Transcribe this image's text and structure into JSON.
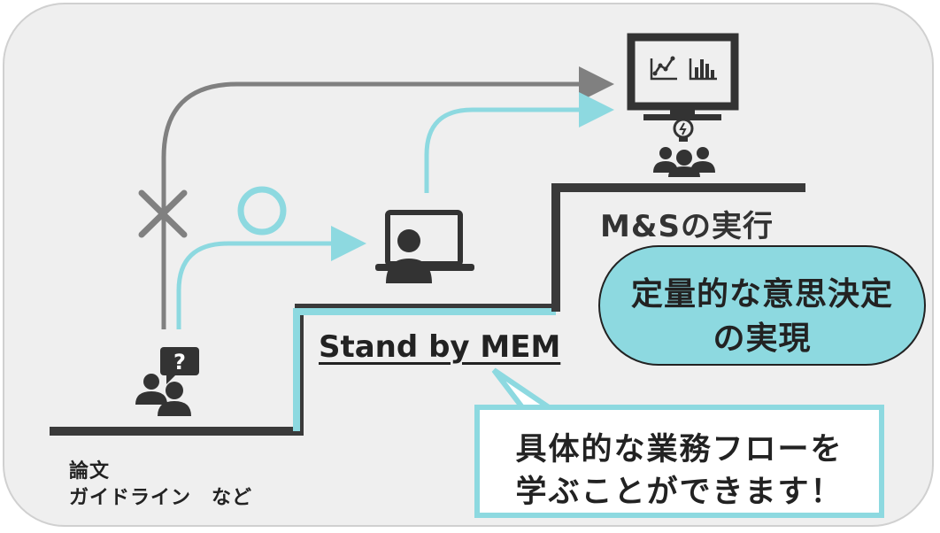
{
  "source_label": {
    "line1": "論文",
    "line2": "ガイドライン　など"
  },
  "middle_label": "Stand by MEM",
  "top_label": "M&Sの実行",
  "goal_pill": {
    "line1": "定量的な意思決定",
    "line2": "の実現"
  },
  "callout": {
    "line1": "具体的な業務フローを",
    "line2": "学ぶことができます！"
  },
  "colors": {
    "teal": "#8dd9e0",
    "gray_path": "#808080",
    "stair": "#3a3a3a",
    "icon": "#333333",
    "background": "#efefef"
  },
  "icons": [
    "users-question-icon",
    "laptop-presenter-icon",
    "monitor-chart-icon",
    "lightbulb-icon",
    "team-icon",
    "x-mark-icon",
    "circle-mark-icon"
  ]
}
